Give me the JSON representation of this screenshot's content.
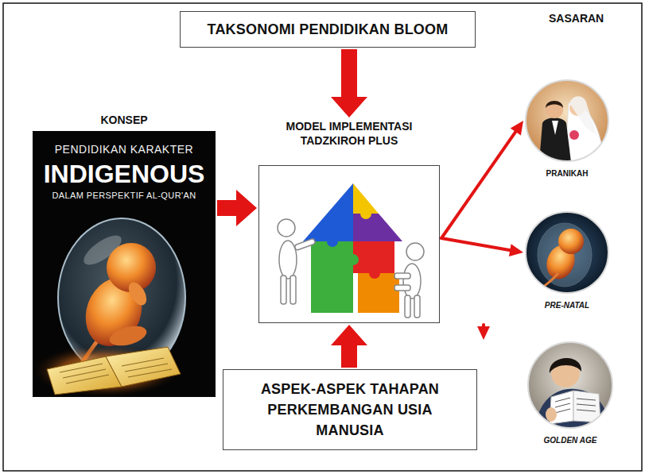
{
  "diagram": {
    "nodes": [
      {
        "text": [
          "TAKSONOMI PENDIDIKAN BLOOM"
        ]
      },
      {
        "text": [
          "KONSEP",
          "PENDIDIKAN KARAKTER",
          "INDIGENOUS",
          "DALAM PERSPEKTIF AL-QUR'AN"
        ]
      },
      {
        "text": [
          "MODEL IMPLEMENTASI TADZKIROH PLUS"
        ]
      },
      {
        "text": [
          "PRANIKAH"
        ]
      },
      {
        "text": [
          "PRE-NATAL"
        ]
      },
      {
        "text": [
          "GOLDEN AGE"
        ]
      },
      {
        "text": [
          "ASPEK-ASPEK TAHAPAN PERKEMBANGAN USIA MANUSIA"
        ]
      }
    ],
    "edges": [
      {
        "from": 0,
        "to": 2,
        "arrow": "to"
      },
      {
        "from": 1,
        "to": 2,
        "arrow": "to"
      },
      {
        "from": 6,
        "to": 2,
        "arrow": "to"
      },
      {
        "from": 2,
        "to": 3,
        "arrow": "to"
      },
      {
        "from": 2,
        "to": 4,
        "arrow": "to"
      },
      {
        "from": 2,
        "to": 5,
        "arrow": "to"
      }
    ],
    "labels": [
      "SASARAN"
    ]
  }
}
